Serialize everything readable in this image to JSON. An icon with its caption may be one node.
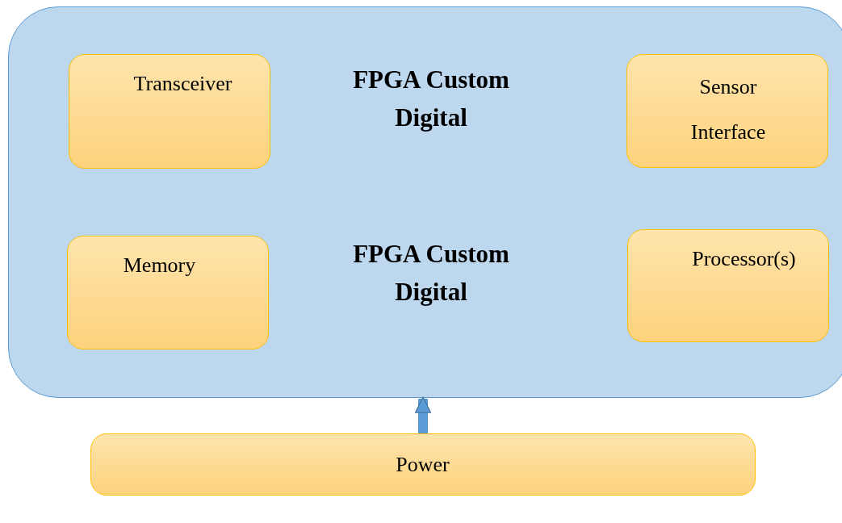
{
  "diagram": {
    "nodes": [
      {
        "text": [
          "FPGA Custom Digital",
          "FPGA Custom Digital"
        ]
      },
      {
        "text": [
          "Transceiver"
        ],
        "in": 0
      },
      {
        "text": [
          "Sensor Interface"
        ],
        "in": 0
      },
      {
        "text": [
          "Memory"
        ],
        "in": 0
      },
      {
        "text": [
          "Processor(s)"
        ],
        "in": 0
      },
      {
        "text": [
          "Power"
        ]
      }
    ],
    "edges": [
      {
        "from": 5,
        "to": 0,
        "arrow": "to"
      }
    ]
  }
}
